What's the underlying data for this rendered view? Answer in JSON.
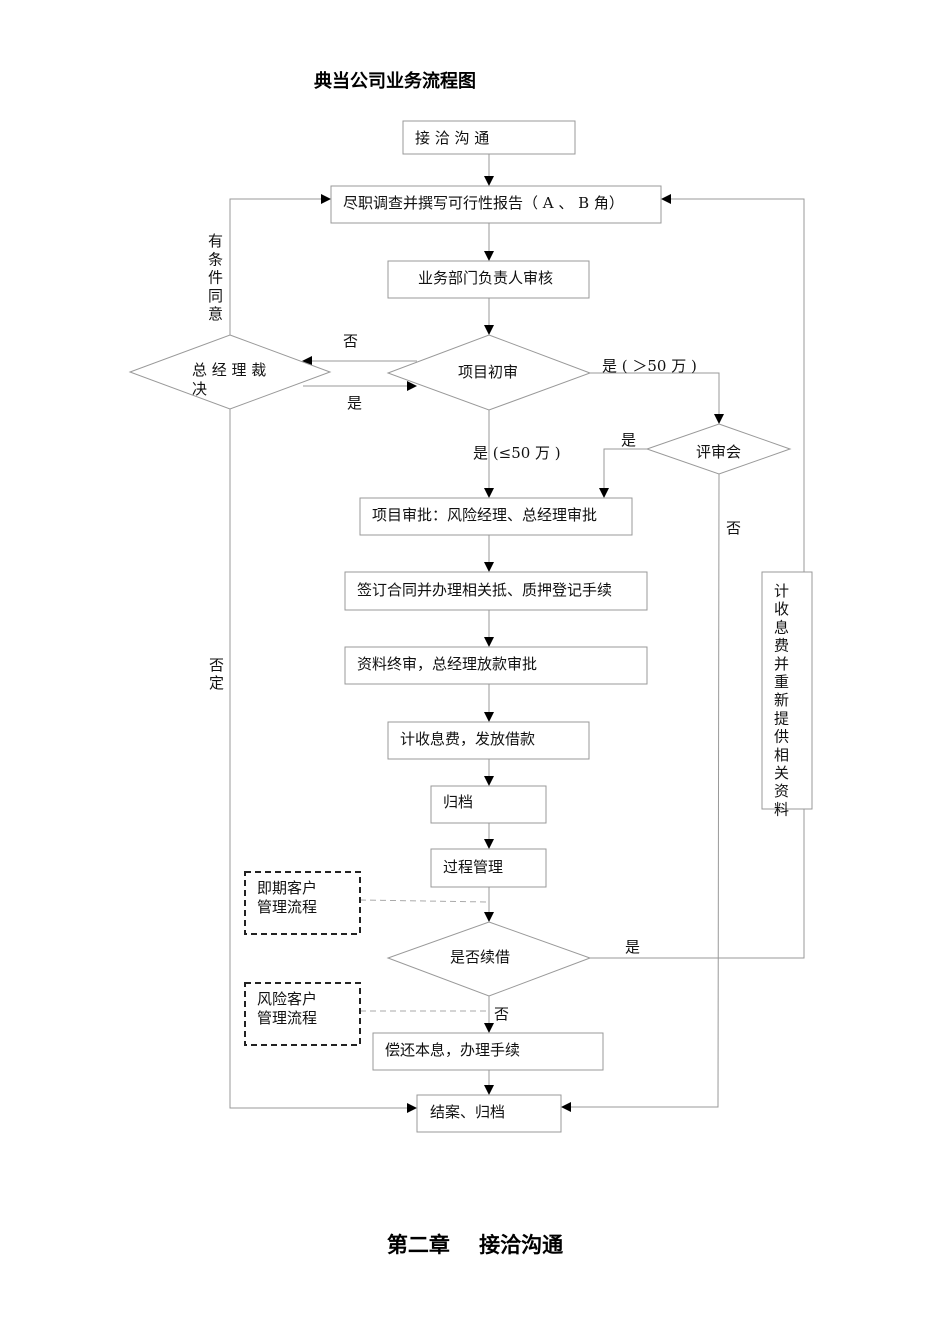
{
  "title": "典当公司业务流程图",
  "nodes": {
    "contact": "接 洽 沟 通",
    "due_diligence": "尽职调查并撰写可行性报告（ A 、 B 角）",
    "dept_review": "业务部门负责人审核",
    "initial_review": "项目初审",
    "gm_decision_1": "总 经 理 裁",
    "gm_decision_2": "决",
    "review_committee": "评审会",
    "approval": "项目审批：风险经理、总经理审批",
    "contract": "签订合同并办理相关抵、质押登记手续",
    "final_review": "资料终审，总经理放款审批",
    "disburse": "计收息费，发放借款",
    "archive": "归档",
    "process_mgmt": "过程管理",
    "due_client_1": "即期客户",
    "due_client_2": "管理流程",
    "risk_client_1": "风险客户",
    "risk_client_2": "管理流程",
    "renew": "是否续借",
    "repay": "偿还本息，办理手续",
    "close": "结案、归档",
    "refee": [
      "计",
      "收",
      "息",
      "费",
      "并",
      "重",
      "新",
      "提",
      "供",
      "相",
      "关",
      "资",
      "料"
    ]
  },
  "labels": {
    "conditional_agree": [
      "有",
      "条",
      "件",
      "同",
      "意"
    ],
    "no_1": "否",
    "yes_1": "是",
    "yes_over50": "是 ( ＞50 万 )",
    "yes_committee": "是",
    "yes_under50": "是 (≤50 万 )",
    "no_committee": "否",
    "reject": [
      "否",
      "定"
    ],
    "yes_renew": "是",
    "no_renew": "否"
  },
  "chapter_heading": "第二章    接洽沟通"
}
